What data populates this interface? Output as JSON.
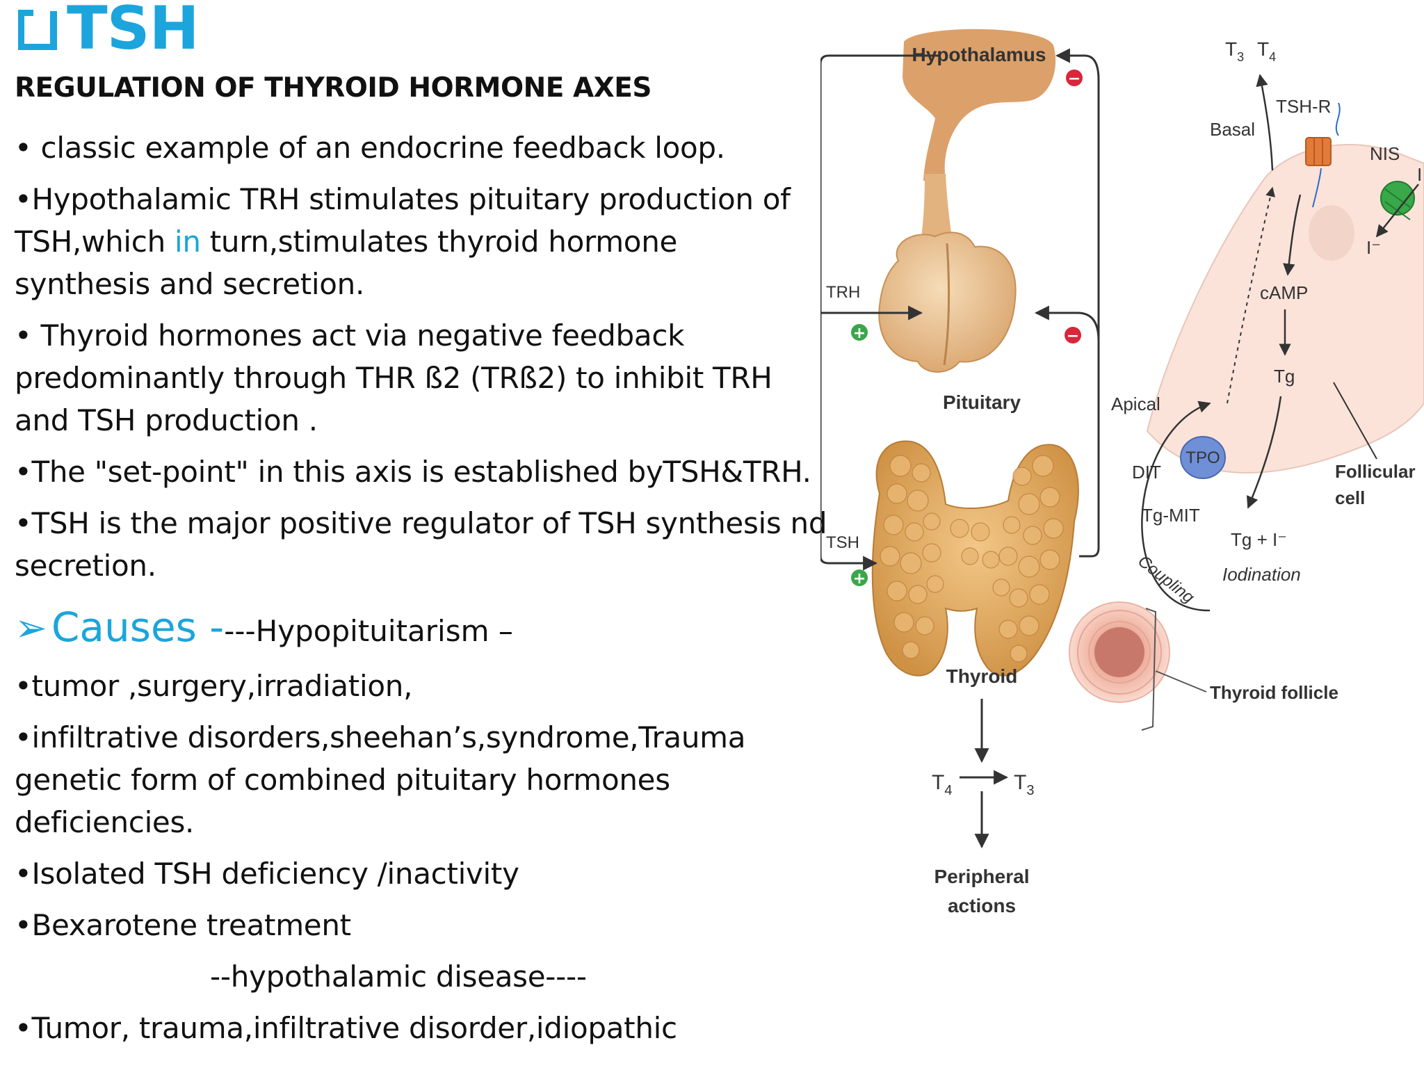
{
  "title": "TSH",
  "subtitle": "REGULATION OF THYROID HORMONE AXES",
  "paragraphs": {
    "p1": "• classic example of an endocrine feedback loop.",
    "p2a": "•Hypothalamic TRH stimulates pituitary production  of",
    "p2b_pre": "TSH,which ",
    "p2b_in": "in",
    "p2b_post": " turn,stimulates thyroid hormone",
    "p2c": "synthesis and secretion.",
    "p3a": "• Thyroid  hormones act via negative feedback",
    "p3b": "predominantly through THR ß2 (TRß2) to inhibit TRH",
    "p3c": "and TSH production .",
    "p4": "•The \"set-point\" in this axis is established byTSH&TRH.",
    "p5a": "•TSH is the major positive regulator of TSH synthesis nd",
    "p5b": "secretion."
  },
  "causes": {
    "label": "Causes -",
    "subtitle": "---Hypopituitarism –",
    "items": {
      "c1": "•tumor ,surgery,irradiation,",
      "c2a": "•infiltrative disorders,sheehan’s,syndrome,Trauma",
      "c2b": "genetic  form of  combined pituitary hormones",
      "c2c": "deficiencies.",
      "c3": "•Isolated TSH deficiency /inactivity",
      "c4": "•Bexarotene treatment",
      "c5": "--hypothalamic disease----",
      "c6": "•Tumor, trauma,infiltrative disorder,idiopathic"
    }
  },
  "diagram": {
    "hypothalamus": "Hypothalamus",
    "pituitary": "Pituitary",
    "thyroid": "Thyroid",
    "trh": "TRH",
    "tsh": "TSH",
    "plus": "+",
    "minus": "−",
    "t4": "T",
    "t4_sub": "4",
    "t3": "T",
    "t3_sub": "3",
    "peripheral": "Peripheral",
    "actions": "actions",
    "thyroid_follicle": "Thyroid follicle",
    "cell": {
      "t3_top": "T",
      "t3_top_sub": "3",
      "t4_top": "T",
      "t4_top_sub": "4",
      "basal": "Basal",
      "tsh_r": "TSH-R",
      "nis": "NIS",
      "i_minus": "I⁻",
      "i_edge": "I",
      "camp": "cAMP",
      "tg": "Tg",
      "apical": "Apical",
      "tpo": "TPO",
      "dit": "DIT",
      "tg_mit": "Tg-MIT",
      "tg_plus_i": "Tg + I⁻",
      "coupling": "Coupling",
      "iodination": "Iodination",
      "follicular": "Follicular",
      "cell_word": "cell"
    }
  },
  "colors": {
    "accent": "#1ba5dc",
    "gland": "#e6b170",
    "gland_dark": "#c98d4a",
    "cell_fill": "#fbe3da",
    "plus": "#3aa64a",
    "minus": "#d8263a",
    "tpo": "#6f8fd6",
    "nis": "#38a848",
    "receptor": "#e27b3a"
  }
}
